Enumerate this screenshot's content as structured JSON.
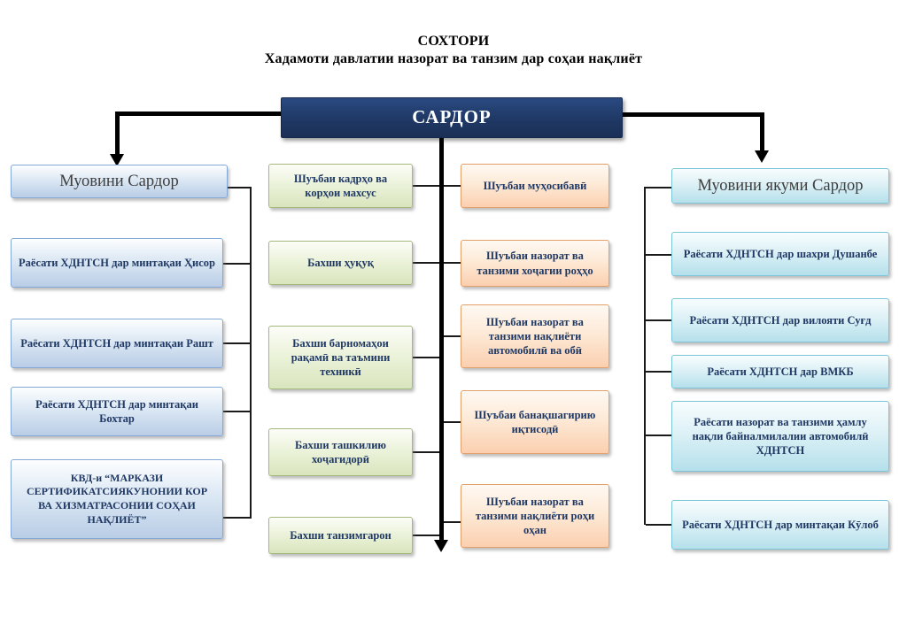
{
  "title": {
    "line1": "СОХТОРИ",
    "line2": "Хадамоти давлатии назорат ва танзим дар соҳаи нақлиёт"
  },
  "root": {
    "label": "САРДОР"
  },
  "left_column": {
    "header": "Муовини Сардор",
    "items": [
      "Раёсати ХДНТСН дар минтақаи Ҳисор",
      "Раёсати ХДНТСН дар минтақаи Рашт",
      "Раёсати ХДНТСН дар минтақаи Бохтар",
      "КВД-и “МАРКАЗИ СЕРТИФИКАТСИЯКУНОНИИ КОР ВА ХИЗМАТРАСОНИИ СОҲАИ НАҚЛИЁТ”"
    ]
  },
  "green_column": {
    "items": [
      "Шуъбаи кадрҳо ва корҳои махсус",
      "Бахши ҳуқуқ",
      "Бахши барномаҳои рақамӣ ва таъмини техникӣ",
      "Бахши ташкилию хоҷагидорӣ",
      "Бахши танзимгарон"
    ]
  },
  "orange_column": {
    "items": [
      "Шуъбаи муҳосибавӣ",
      "Шуъбаи назорат ва танзими хоҷагии роҳҳо",
      "Шуъбаи назорат ва танзими нақлиёти автомобилӣ ва обӣ",
      "Шуъбаи банақшагирию иқтисодӣ",
      "Шуъбаи назорат ва танзими нақлиёти роҳи оҳан"
    ]
  },
  "right_column": {
    "header": "Муовини якуми Сардор",
    "items": [
      "Раёсати ХДНТСН дар шахри Душанбе",
      "Раёсати ХДНТСН дар вилояти Суғд",
      "Раёсати ХДНТСН дар ВМКБ",
      "Раёсати назорат ва танзими ҳамлу нақли байналмилалии автомобилӣ ХДНТСН",
      "Раёсати ХДНТСН дар минтақаи Кӯлоб"
    ]
  },
  "colors": {
    "root_box": "#1f3864",
    "blue_border": "#85a9d6",
    "green_border": "#a3b97e",
    "orange_border": "#e3a06a",
    "cyan_border": "#7cc5d8",
    "connector": "#000000"
  }
}
